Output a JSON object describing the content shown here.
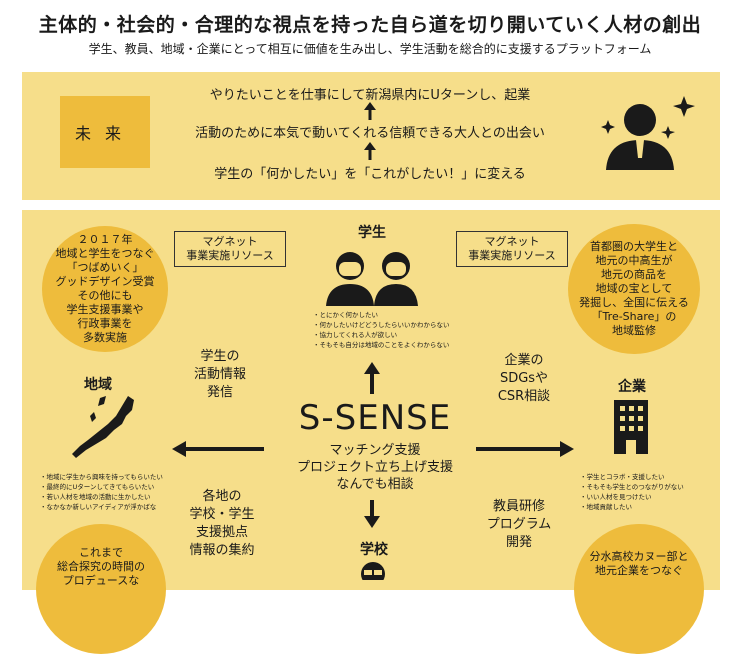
{
  "header": {
    "title": "主体的・社会的・合理的な視点を持った自ら道を切り開いていく人材の創出",
    "subtitle": "学生、教員、地域・企業にとって相互に価値を生み出し、学生活動を総合的に支援するプラットフォーム"
  },
  "future": {
    "label": "未来",
    "lines": [
      "やりたいことを仕事にして新潟県内にUターンし、起業",
      "活動のために本気で動いてくれる信頼できる大人との出会い",
      "学生の「何かしたい」を「これがしたい！」に変える"
    ]
  },
  "students": {
    "label": "学生",
    "notes": [
      "・とにかく何かしたい",
      "・何かしたいけどどうしたらいいかわからない",
      "・協力してくれる人が欲しい",
      "・そもそも自分は地域のことをよくわからない"
    ]
  },
  "magnet": {
    "left": [
      "マグネット",
      "事業実施リソース"
    ],
    "right": [
      "マグネット",
      "事業実施リソース"
    ]
  },
  "circles": {
    "top_left": [
      "２０１７年",
      "地域と学生をつなぐ",
      "「つばめいく」",
      "グッドデザイン受賞",
      "その他にも",
      "学生支援事業や",
      "行政事業を",
      "多数実施"
    ],
    "top_right": [
      "首都圏の大学生と",
      "地元の中高生が",
      "地元の商品を",
      "地域の宝として",
      "発掘し、全国に伝える",
      "「Tre-Share」の",
      "地域監修"
    ],
    "bottom_left": [
      "これまで",
      "総合探究の時間の",
      "プロデュースな"
    ],
    "bottom_right": [
      "分水高校カヌー部と",
      "地元企業をつなぐ"
    ]
  },
  "region": {
    "label": "地域",
    "notes": [
      "・地域に学生から興味を持ってもらいたい",
      "・最終的にUターンしてきてもらいたい",
      "・若い人材を地域の活動に生かしたい",
      "・なかなか新しいアイディアが浮かばな"
    ]
  },
  "company": {
    "label": "企業",
    "notes": [
      "・学生とコラボ・支援したい",
      "・そもそも学生とのつながりがない",
      "・いい人材を見つけたい",
      "・地域貢献したい"
    ]
  },
  "school": {
    "label": "学校"
  },
  "center": {
    "title": "S-SENSE",
    "sub": [
      "マッチング支援",
      "プロジェクト立ち上げ支援",
      "なんでも相談"
    ]
  },
  "flows": {
    "student_activity": [
      "学生の",
      "活動情報",
      "発信"
    ],
    "sdgs": [
      "企業の",
      "SDGsや",
      "CSR相談"
    ],
    "school_info": [
      "各地の",
      "学校・学生",
      "支援拠点",
      "情報の集約"
    ],
    "teacher": [
      "教員研修",
      "プログラム",
      "開発"
    ]
  },
  "colors": {
    "panel": "#f6de8a",
    "accent": "#eebc3c",
    "ink": "#1a1a1a"
  }
}
